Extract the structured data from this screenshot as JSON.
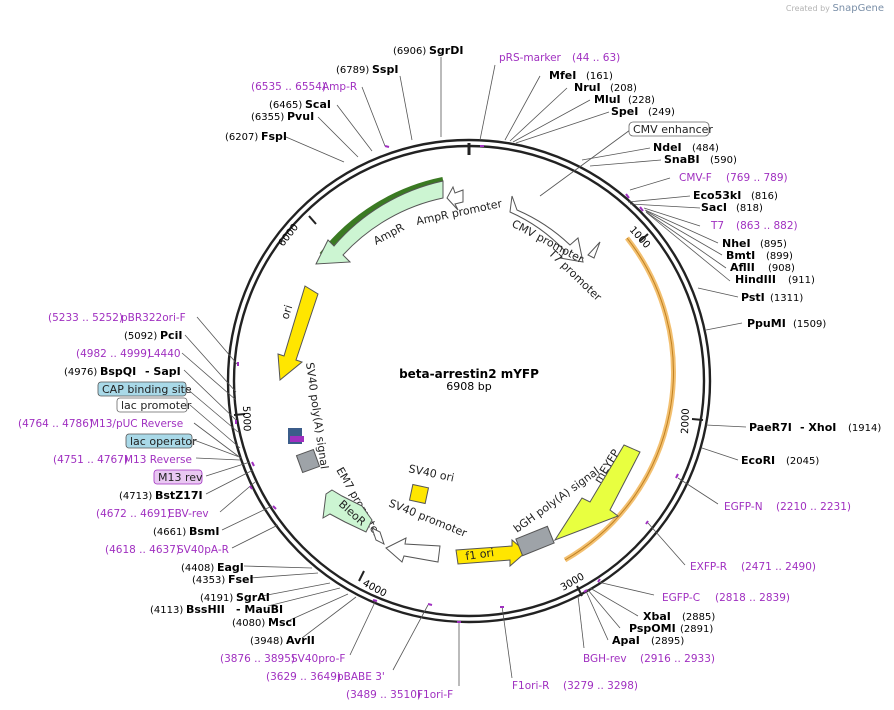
{
  "credit": {
    "prefix": "Created by",
    "brand": "SnapGene"
  },
  "title": "beta-arrestin2 mYFP",
  "length": "6908 bp",
  "ticks": [
    "1000",
    "2000",
    "3000",
    "4000",
    "5000",
    "6000"
  ],
  "features": {
    "cmv_promoter": "CMV promoter",
    "t7_promoter": "T7 promoter",
    "ampr": "AmpR",
    "ampr_promoter": "AmpR promoter",
    "ori": "ori",
    "sv40_polya": "SV40 poly(A) signal",
    "em7": "EM7 promoter",
    "bleor": "BleoR",
    "sv40_ori": "SV40 ori",
    "sv40_promoter": "SV40 promoter",
    "f1_ori": "f1 ori",
    "bgh_polya": "bGH poly(A) signal",
    "myfp": "mEYFP"
  },
  "labels": {
    "sgrdi": {
      "pos": "(6906)",
      "name": "SgrDI"
    },
    "sspi": {
      "pos": "(6789)",
      "name": "SspI"
    },
    "ampr_primer": {
      "range": "(6535 .. 6554)",
      "name": "Amp-R"
    },
    "scai": {
      "pos": "(6465)",
      "name": "ScaI"
    },
    "pvui": {
      "pos": "(6355)",
      "name": "PvuI"
    },
    "fspi": {
      "pos": "(6207)",
      "name": "FspI"
    },
    "prs_marker": {
      "name": "pRS-marker",
      "range": "(44 .. 63)"
    },
    "mfei": {
      "name": "MfeI",
      "pos": "(161)"
    },
    "nrui": {
      "name": "NruI",
      "pos": "(208)"
    },
    "mlui": {
      "name": "MluI",
      "pos": "(228)"
    },
    "spei": {
      "name": "SpeI",
      "pos": "(249)"
    },
    "cmv_enhancer": {
      "name": "CMV enhancer"
    },
    "ndei": {
      "name": "NdeI",
      "pos": "(484)"
    },
    "snabi": {
      "name": "SnaBI",
      "pos": "(590)"
    },
    "cmvf": {
      "name": "CMV-F",
      "range": "(769 .. 789)"
    },
    "eco53ki": {
      "name": "Eco53kI",
      "pos": "(816)"
    },
    "saci": {
      "name": "SacI",
      "pos": "(818)"
    },
    "t7": {
      "name": "T7",
      "range": "(863 .. 882)"
    },
    "nhei": {
      "name": "NheI",
      "pos": "(895)"
    },
    "bmti": {
      "name": "BmtI",
      "pos": "(899)"
    },
    "aflii": {
      "name": "AflII",
      "pos": "(908)"
    },
    "hindiii": {
      "name": "HindIII",
      "pos": "(911)"
    },
    "psti": {
      "name": "PstI",
      "pos": "(1311)"
    },
    "ppumi": {
      "name": "PpuMI",
      "pos": "(1509)"
    },
    "paer7i": {
      "name": "PaeR7I",
      "sep": "- XhoI",
      "pos": "(1914)"
    },
    "ecori": {
      "name": "EcoRI",
      "pos": "(2045)"
    },
    "egfpn": {
      "name": "EGFP-N",
      "range": "(2210 .. 2231)"
    },
    "exfpr": {
      "name": "EXFP-R",
      "range": "(2471 .. 2490)"
    },
    "egfpc": {
      "name": "EGFP-C",
      "range": "(2818 .. 2839)"
    },
    "xbai": {
      "name": "XbaI",
      "pos": "(2885)"
    },
    "pspomi": {
      "name": "PspOMI",
      "pos": "(2891)"
    },
    "apai": {
      "name": "ApaI",
      "pos": "(2895)"
    },
    "bghrev": {
      "name": "BGH-rev",
      "range": "(2916 .. 2933)"
    },
    "f1orir": {
      "name": "F1ori-R",
      "range": "(3279 .. 3298)"
    },
    "f1orif": {
      "name": "F1ori-F",
      "range": "(3489 .. 3510)"
    },
    "pbabe3": {
      "name": "pBABE 3'",
      "range": "(3629 .. 3649)"
    },
    "sv40prof": {
      "name": "SV40pro-F",
      "range": "(3876 .. 3895)"
    },
    "avrii": {
      "pos": "(3948)",
      "name": "AvrII"
    },
    "msci": {
      "pos": "(4080)",
      "name": "MscI"
    },
    "bsshii": {
      "pos": "(4113)",
      "name": "BssHII",
      "sep": "- MauBI"
    },
    "sgrai": {
      "pos": "(4191)",
      "name": "SgrAI"
    },
    "fsei": {
      "pos": "(4353)",
      "name": "FseI"
    },
    "eagi": {
      "pos": "(4408)",
      "name": "EagI"
    },
    "sv40par": {
      "range": "(4618 .. 4637)",
      "name": "SV40pA-R"
    },
    "bsmi": {
      "pos": "(4661)",
      "name": "BsmI"
    },
    "ebvrev": {
      "range": "(4672 .. 4691)",
      "name": "EBV-rev"
    },
    "bstz17i": {
      "pos": "(4713)",
      "name": "BstZ17I"
    },
    "m13rev": {
      "name": "M13 rev"
    },
    "m13reverse": {
      "range": "(4751 .. 4767)",
      "name": "M13 Reverse"
    },
    "lac_operator": {
      "name": "lac operator"
    },
    "m13puc": {
      "range": "(4764 .. 4786)",
      "name": "M13/pUC Reverse"
    },
    "lac_promoter": {
      "name": "lac promoter"
    },
    "cap_site": {
      "name": "CAP binding site"
    },
    "bspqi": {
      "pos": "(4976)",
      "name": "BspQI",
      "sep": "- SapI"
    },
    "l4440": {
      "range": "(4982 .. 4999)",
      "name": "L4440"
    },
    "pcii": {
      "pos": "(5092)",
      "name": "PciI"
    },
    "pbr322": {
      "range": "(5233 .. 5252)",
      "name": "pBR322ori-F"
    }
  },
  "colors": {
    "primer": "#a030c0",
    "ampr_fill": "#ccf5d2",
    "ori_fill": "#ffe600",
    "myfp_fill": "#e8ff40",
    "orf_highlight": "#f3c070",
    "grey_box": "#9ea3a8",
    "cap_fill": "#a9d9e8",
    "m13_fill": "#e9c8f2"
  }
}
